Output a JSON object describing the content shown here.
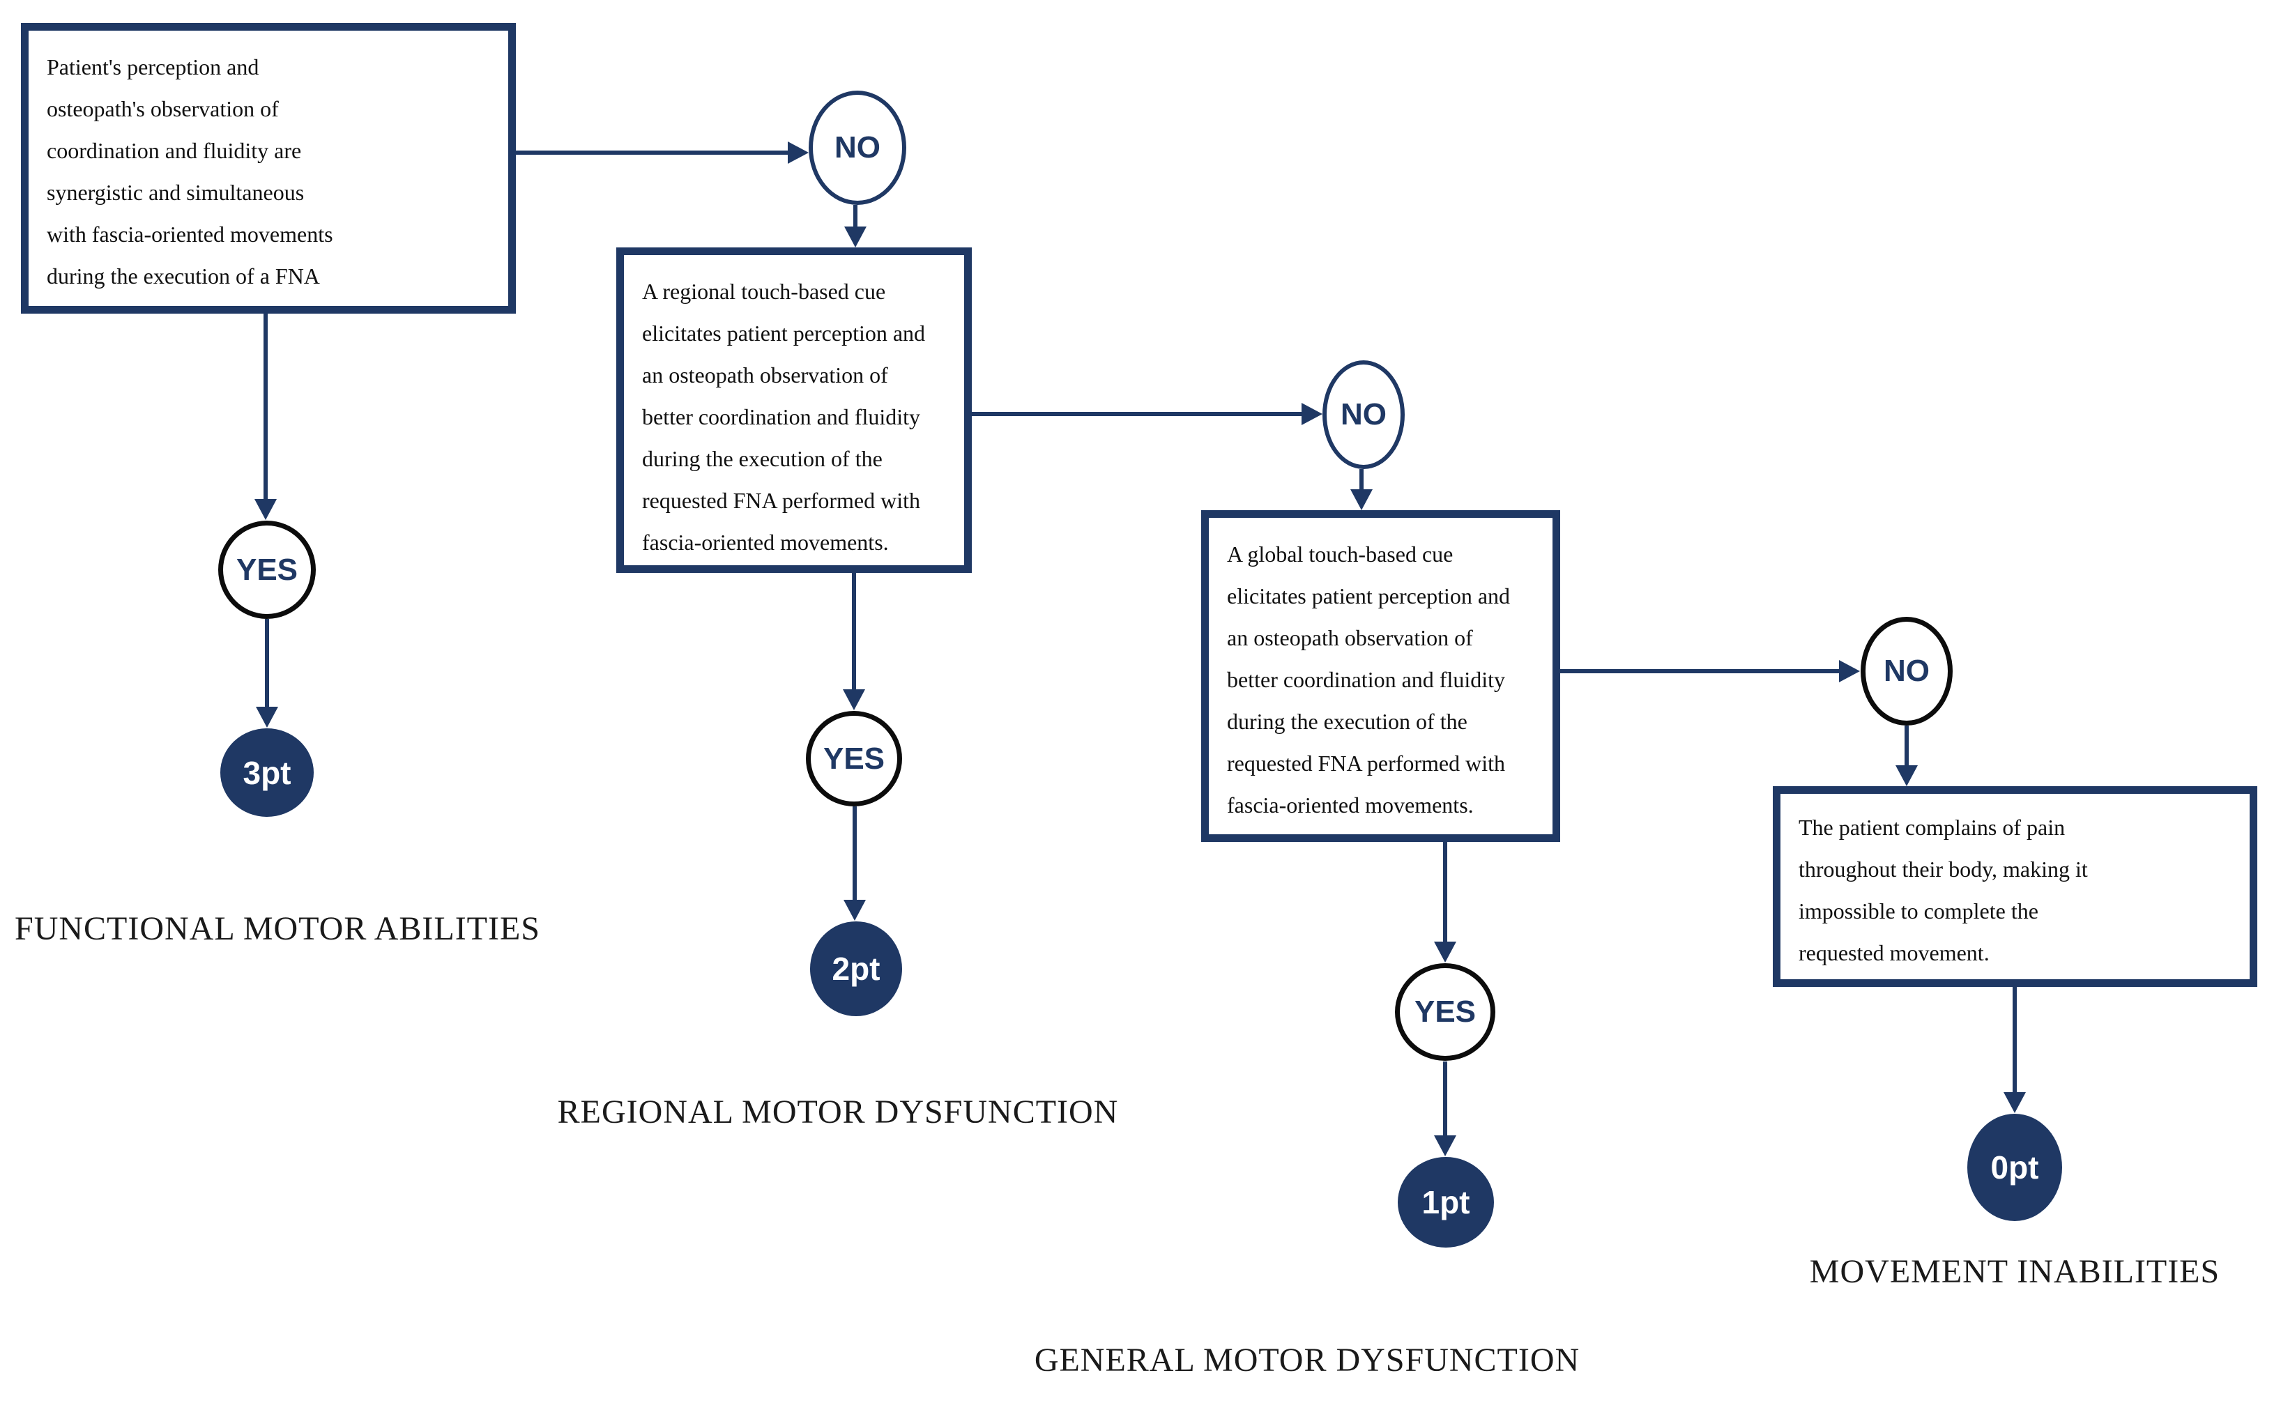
{
  "palette": {
    "navy": "#1F3864",
    "circle_dark_border": "#0c0c0c",
    "text": "#111111",
    "background": "#FFFFFF"
  },
  "flow": {
    "step1": {
      "question": "Patient's perception and\nosteopath's observation of\ncoordination and fluidity are\nsynergistic and simultaneous\nwith fascia-oriented movements\nduring the execution of a FNA",
      "no_label": "NO",
      "yes_label": "YES",
      "points": "3pt",
      "outcome": "FUNCTIONAL MOTOR ABILITIES"
    },
    "step2": {
      "question": "A regional touch-based cue\nelicitates patient perception and\nan osteopath observation of\nbetter coordination and fluidity\nduring the execution of the\nrequested FNA performed with\nfascia-oriented movements.",
      "no_label": "NO",
      "yes_label": "YES",
      "points": "2pt",
      "outcome": "REGIONAL MOTOR DYSFUNCTION"
    },
    "step3": {
      "question": "A global touch-based cue\nelicitates patient perception and\nan osteopath observation of\nbetter coordination and fluidity\nduring the execution of the\nrequested FNA performed with\nfascia-oriented movements.",
      "no_label": "NO",
      "yes_label": "YES",
      "points": "1pt",
      "outcome": "GENERAL MOTOR DYSFUNCTION"
    },
    "step4": {
      "statement": "The patient complains of pain\nthroughout their body, making it\nimpossible to complete the\nrequested movement.",
      "points": "0pt",
      "outcome": "MOVEMENT INABILITIES"
    }
  }
}
